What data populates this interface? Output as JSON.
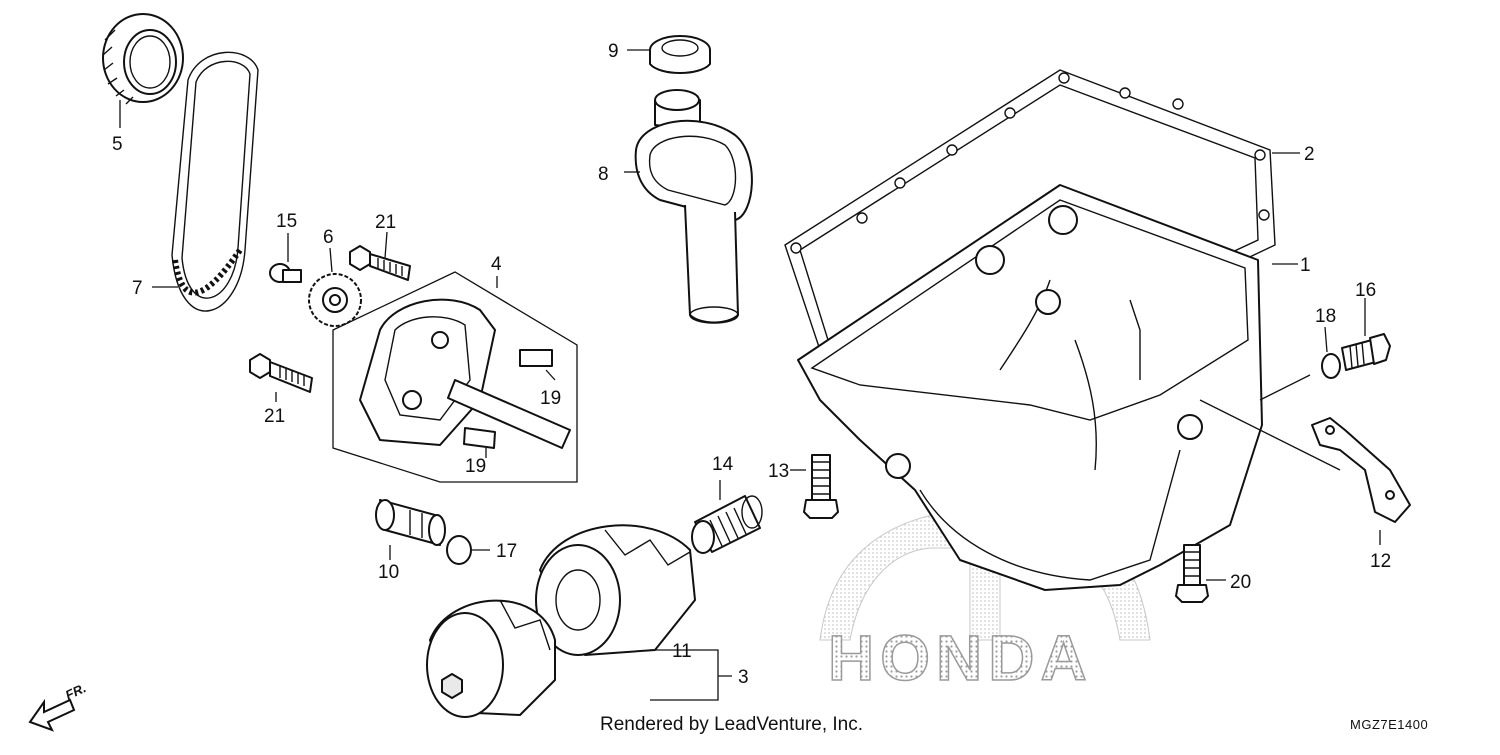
{
  "diagram": {
    "callouts": [
      {
        "id": "c1",
        "text": "1"
      },
      {
        "id": "c2",
        "text": "2"
      },
      {
        "id": "c3",
        "text": "3"
      },
      {
        "id": "c4",
        "text": "4"
      },
      {
        "id": "c5",
        "text": "5"
      },
      {
        "id": "c6",
        "text": "6"
      },
      {
        "id": "c7",
        "text": "7"
      },
      {
        "id": "c8",
        "text": "8"
      },
      {
        "id": "c9",
        "text": "9"
      },
      {
        "id": "c10",
        "text": "10"
      },
      {
        "id": "c11",
        "text": "11"
      },
      {
        "id": "c12",
        "text": "12"
      },
      {
        "id": "c13",
        "text": "13"
      },
      {
        "id": "c14",
        "text": "14"
      },
      {
        "id": "c15",
        "text": "15"
      },
      {
        "id": "c16",
        "text": "16"
      },
      {
        "id": "c17",
        "text": "17"
      },
      {
        "id": "c18",
        "text": "18"
      },
      {
        "id": "c19a",
        "text": "19"
      },
      {
        "id": "c19b",
        "text": "19"
      },
      {
        "id": "c20",
        "text": "20"
      },
      {
        "id": "c21a",
        "text": "21"
      },
      {
        "id": "c21b",
        "text": "21"
      }
    ],
    "front_marker": "FR.",
    "watermark": "HONDA",
    "footer_text": "Rendered by LeadVenture, Inc.",
    "diagram_code": "MGZ7E1400"
  },
  "colors": {
    "line": "#111111",
    "watermark": "#b5b5b5",
    "background": "#ffffff"
  }
}
